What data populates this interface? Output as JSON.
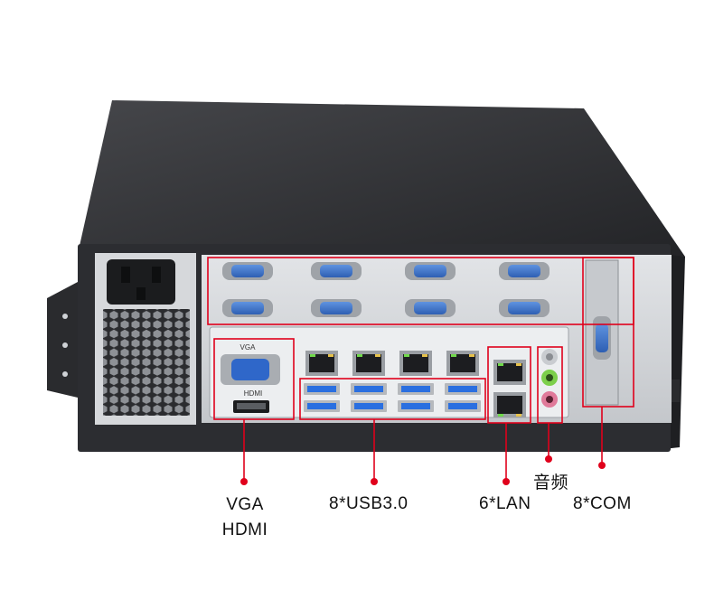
{
  "image": {
    "subject": "industrial-pc-rear-panel",
    "colors": {
      "chassis_dark": "#2a2b2e",
      "chassis_top": "#3a3b3f",
      "panel_silver": "#d4d6d9",
      "callout_red": "#e0001b",
      "vga_blue": "#2f67c9",
      "usb_blue": "#2a6fe0",
      "audio_green": "#7ccf4a",
      "audio_pink": "#e07a9a"
    }
  },
  "panel_labels": {
    "vga": "VGA",
    "hdmi": "HDMI"
  },
  "callouts": {
    "video": {
      "line1": "VGA",
      "line2": "HDMI"
    },
    "usb": "8*USB3.0",
    "lan": "6*LAN",
    "audio": "音频",
    "com": "8*COM"
  },
  "port_counts": {
    "com": 8,
    "usb": 8,
    "lan": 6,
    "audio_jacks": 3
  }
}
